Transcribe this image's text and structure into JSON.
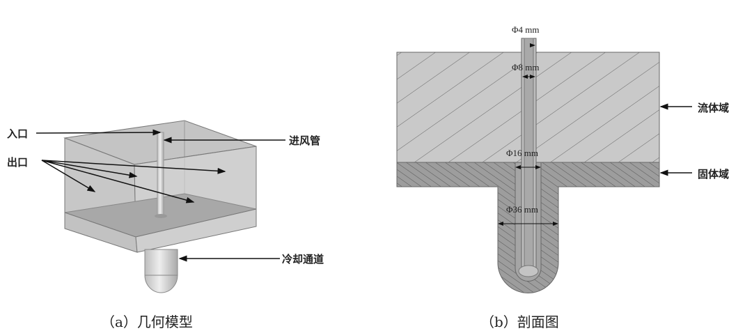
{
  "panel_a": {
    "caption": "（a）几何模型",
    "labels": {
      "inlet": "入口",
      "outlet": "出口",
      "air_pipe": "进风管",
      "cooling_channel": "冷却通道"
    }
  },
  "panel_b": {
    "caption": "（b）剖面图",
    "labels": {
      "fluid_domain": "流体域",
      "solid_domain": "固体域"
    },
    "dimensions": {
      "d1": "Φ4 mm",
      "d2": "Φ8 mm",
      "d3": "Φ16 mm",
      "d4": "Φ36 mm"
    }
  }
}
